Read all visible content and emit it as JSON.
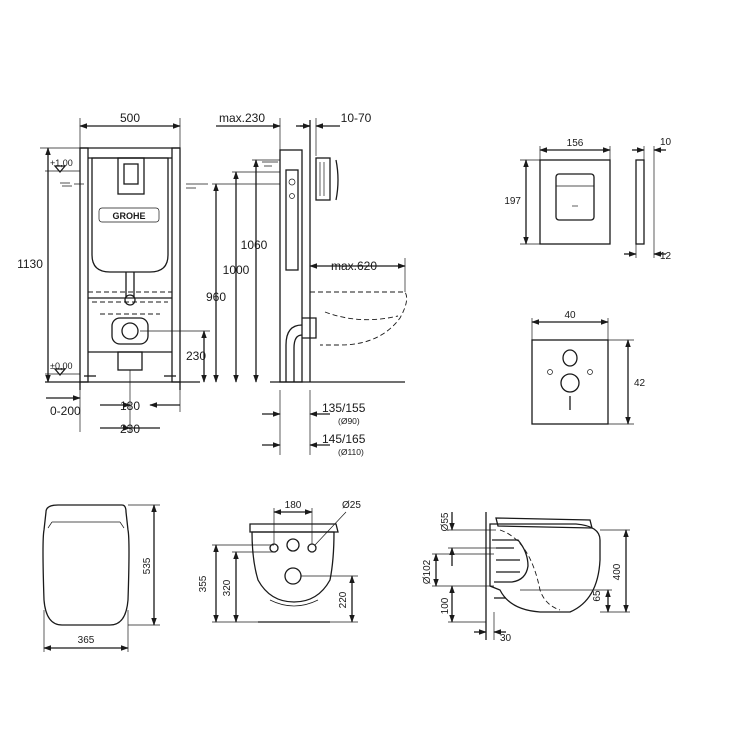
{
  "frame": {
    "width": "500",
    "height": "1130",
    "top_level": "+1,00",
    "floor_level": "±0,00",
    "pipe_h": "230",
    "side_offset": "0-200",
    "drain_offset": "180",
    "connection_w": "230",
    "brand": "GROHE"
  },
  "side": {
    "depth_max": "max.230",
    "panel_gap": "10-70",
    "h1060": "1060",
    "h1000": "1000",
    "h960": "960",
    "bowl_max": "max.620",
    "d1": "135/155",
    "d1_note": "(Ø90)",
    "d2": "145/165",
    "d2_note": "(Ø110)"
  },
  "plate": {
    "width": "156",
    "height": "197",
    "thick_top": "10",
    "thick_bottom": "12"
  },
  "pad": {
    "width": "40",
    "height": "42"
  },
  "seat": {
    "length": "535",
    "width": "365"
  },
  "wc_rear": {
    "hole_spacing": "180",
    "hole_dia": "Ø25",
    "h355": "355",
    "h320": "320",
    "h220": "220"
  },
  "wc_side": {
    "d55": "Ø55",
    "d102": "Ø102",
    "h100": "100",
    "h400": "400",
    "h65": "65",
    "w30": "30"
  }
}
